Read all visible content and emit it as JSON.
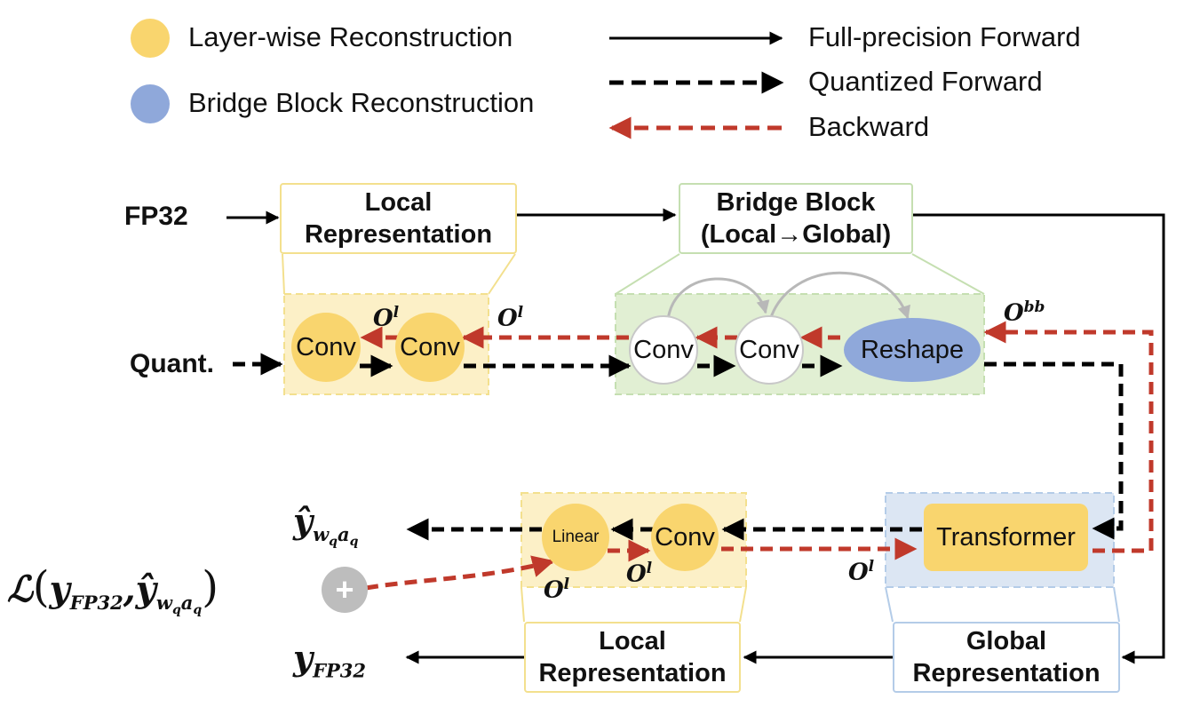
{
  "legend": {
    "layer_wise": "Layer-wise Reconstruction",
    "bridge_block": "Bridge Block Reconstruction",
    "full_precision": "Full-precision Forward",
    "quantized": "Quantized Forward",
    "backward": "Backward"
  },
  "colors": {
    "layer_wise": "#F9D56E",
    "bridge_block": "#8FA8DA",
    "local_box_border": "#F3E08E",
    "bridge_box_border": "#C5DFB1",
    "global_box_border": "#B4CCE8",
    "local_panel_fill": "#FCF0C7",
    "bridge_panel_fill": "#E1EFD3",
    "global_panel_fill": "#DCE6F3",
    "backward_arrow": "#C0392B",
    "skip_arrow": "#B8B8B8",
    "plus_node": "#BDBDBD"
  },
  "inputs": {
    "fp32": "FP32",
    "quant": "Quant."
  },
  "boxes": {
    "local_top": [
      "Local",
      "Representation"
    ],
    "bridge": [
      "Bridge Block",
      "(Local→Global)"
    ],
    "local_bottom": [
      "Local",
      "Representation"
    ],
    "global": [
      "Global",
      "Representation"
    ]
  },
  "nodes": {
    "conv1": "Conv",
    "conv2": "Conv",
    "conv3": "Conv",
    "conv4": "Conv",
    "reshape": "Reshape",
    "transformer": "Transformer",
    "linear": "Linear",
    "conv5": "Conv",
    "plus": "+"
  },
  "labels": {
    "o_l": "l",
    "o_bb": "bb",
    "o_base": "O"
  },
  "outputs": {
    "y_hat": "ŷ",
    "y_hat_sub": "w",
    "y_hat_sub2": "q",
    "y_hat_sub3": "a",
    "y_hat_sub4": "q",
    "y_fp32": "y",
    "y_fp32_sub": "FP32",
    "loss": "ℒ"
  }
}
